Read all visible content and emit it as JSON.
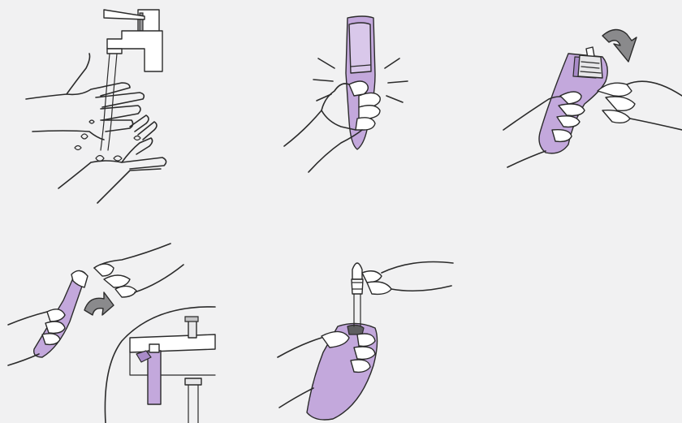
{
  "steps": [
    {
      "id": 1,
      "icon": "wash-hands-icon"
    },
    {
      "id": 2,
      "icon": "hold-applicator-icon"
    },
    {
      "id": 3,
      "icon": "open-cap-icon"
    },
    {
      "id": 4,
      "icon": "rinse-applicator-icon"
    },
    {
      "id": 5,
      "icon": "insert-swab-icon"
    }
  ],
  "colors": {
    "background": "#f1f1f2",
    "accent": "#c3a8dc",
    "outline": "#2b2b2b"
  }
}
